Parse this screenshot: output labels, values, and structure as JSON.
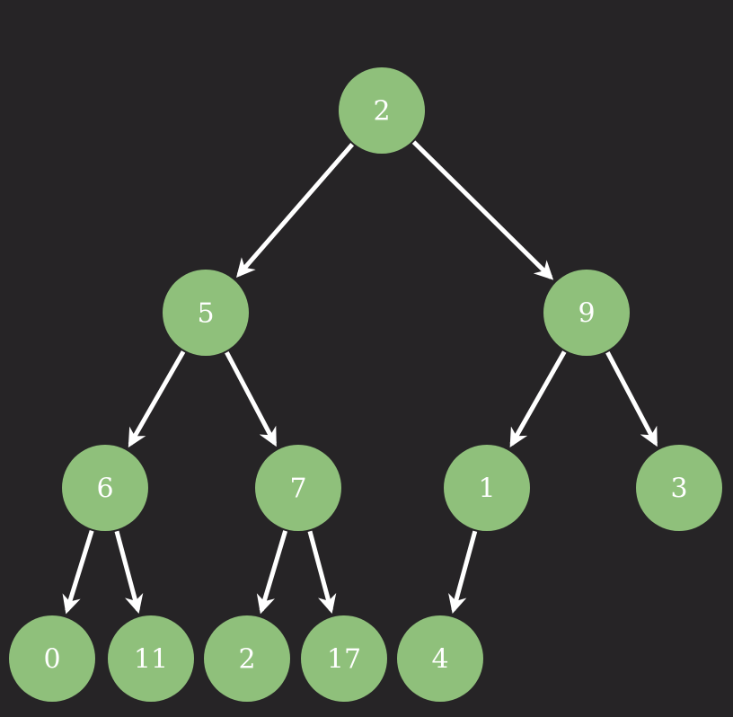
{
  "diagram": {
    "type": "binary-tree",
    "colors": {
      "background": "#262426",
      "node_fill": "#8fc07b",
      "edge": "#ffffff",
      "label": "#ffffff"
    },
    "nodes": [
      {
        "id": "n0",
        "label": "2"
      },
      {
        "id": "n1",
        "label": "5"
      },
      {
        "id": "n2",
        "label": "9"
      },
      {
        "id": "n3",
        "label": "6"
      },
      {
        "id": "n4",
        "label": "7"
      },
      {
        "id": "n5",
        "label": "1"
      },
      {
        "id": "n6",
        "label": "3"
      },
      {
        "id": "n7",
        "label": "0"
      },
      {
        "id": "n8",
        "label": "11"
      },
      {
        "id": "n9",
        "label": "2"
      },
      {
        "id": "n10",
        "label": "17"
      },
      {
        "id": "n11",
        "label": "4"
      }
    ],
    "edges": [
      [
        "n0",
        "n1"
      ],
      [
        "n0",
        "n2"
      ],
      [
        "n1",
        "n3"
      ],
      [
        "n1",
        "n4"
      ],
      [
        "n2",
        "n5"
      ],
      [
        "n2",
        "n6"
      ],
      [
        "n3",
        "n7"
      ],
      [
        "n3",
        "n8"
      ],
      [
        "n4",
        "n9"
      ],
      [
        "n4",
        "n10"
      ],
      [
        "n5",
        "n11"
      ]
    ]
  }
}
